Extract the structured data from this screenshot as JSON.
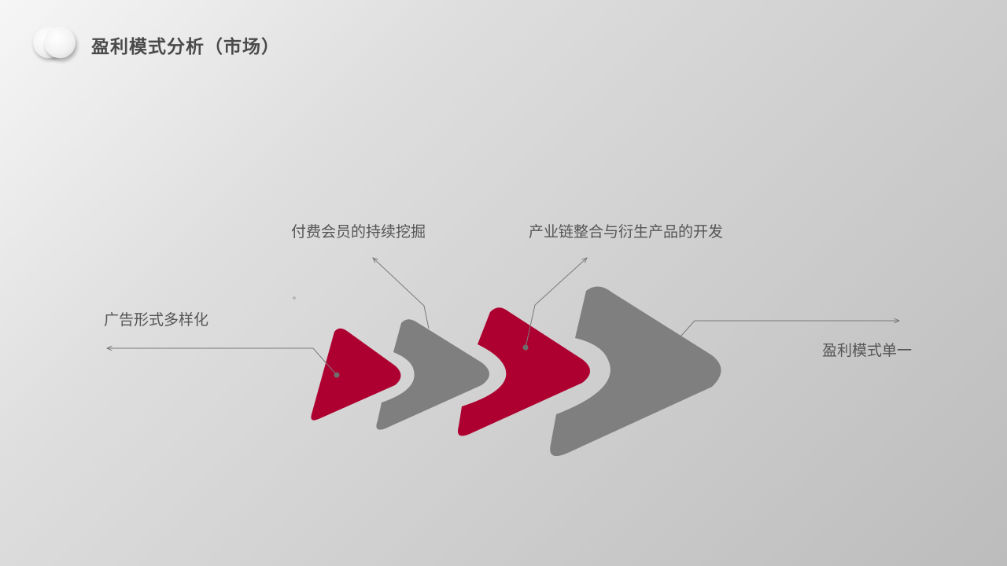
{
  "header": {
    "title": "盈利模式分析（市场）"
  },
  "labels": {
    "ad_forms": "广告形式多样化",
    "paid_members": "付费会员的持续挖掘",
    "industry_chain": "产业链整合与衍生产品的开发",
    "single_model": "盈利模式单一",
    "stray_mark": "。"
  },
  "colors": {
    "accent_red": "#ae0030",
    "arrow_gray": "#7f7f7f",
    "connector": "#7a7a7a"
  }
}
